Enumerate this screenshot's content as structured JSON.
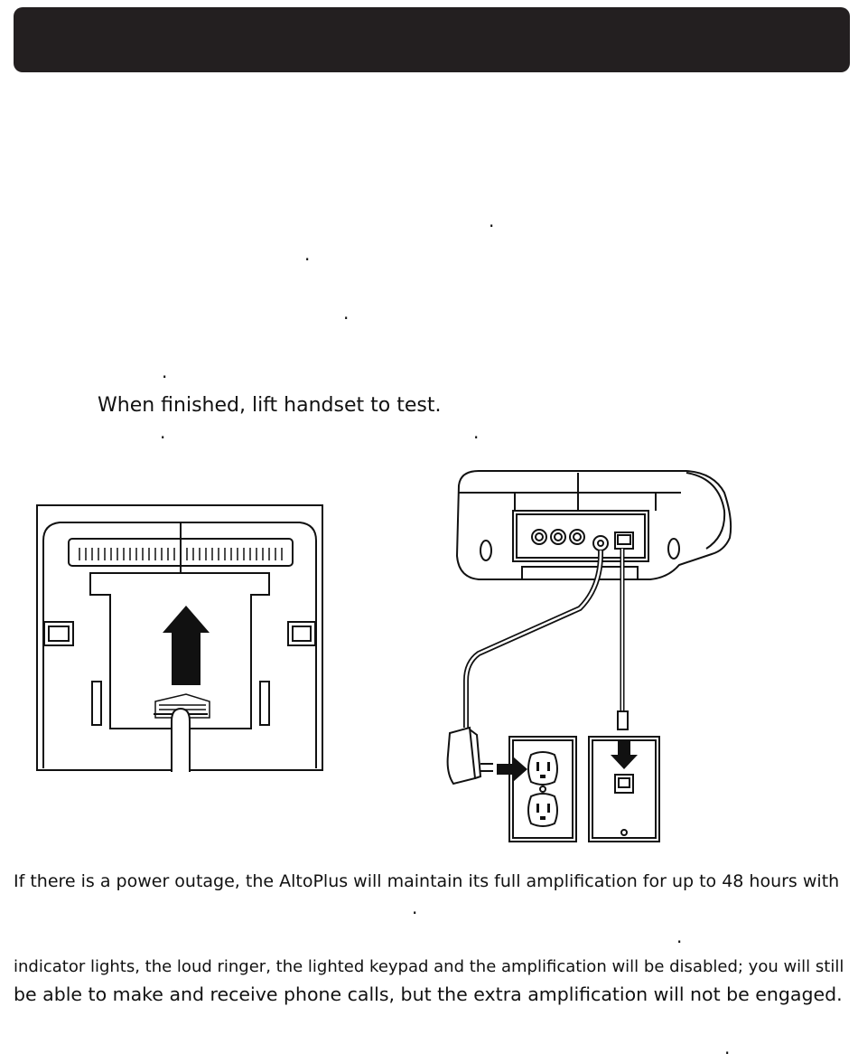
{
  "header": {
    "title": ""
  },
  "steps": {
    "dots": [
      ".",
      ".",
      ".",
      ".",
      ".",
      ".",
      ".",
      ".",
      ".",
      "."
    ],
    "finish_line": "When finished, lift handset to test."
  },
  "power_note": {
    "line1": "If there is a power outage, the AltoPlus will maintain its full amplification for up to 48 hours with",
    "line2": "indicator lights, the loud ringer, the lighted keypad and the amplification will be disabled; you will still",
    "line3": "be able to make and receive phone calls, but the extra amplification will not be engaged."
  },
  "figures": {
    "left": {
      "icon": "handset-tab-icon"
    },
    "right": {
      "icon": "phone-connection-icon"
    }
  }
}
